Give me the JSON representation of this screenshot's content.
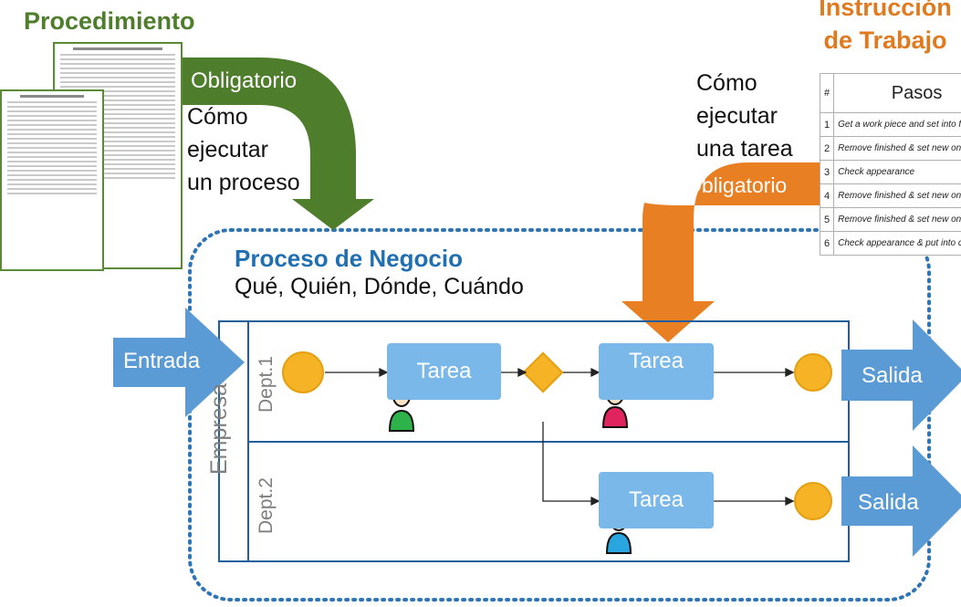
{
  "procedure": {
    "title": "Procedimiento",
    "mandatory": "Obligatorio",
    "how": [
      "Cómo",
      "ejecutar",
      "un proceso"
    ]
  },
  "instruction": {
    "title_line1": "Instrucción",
    "title_line2": "de Trabajo",
    "mandatory": "Obligatorio",
    "how": [
      "Cómo",
      "ejecutar",
      "una tarea"
    ],
    "table": {
      "col_num": "#",
      "col_steps": "Pasos",
      "rows": [
        {
          "n": "1",
          "text": "Get a work piece and set into fixture"
        },
        {
          "n": "2",
          "text": "Remove finished & set new one"
        },
        {
          "n": "3",
          "text": "Check appearance"
        },
        {
          "n": "4",
          "text": "Remove finished & set new one"
        },
        {
          "n": "5",
          "text": "Remove finished & set new one"
        },
        {
          "n": "6",
          "text": "Check appearance & put into container"
        }
      ]
    }
  },
  "business": {
    "title": "Proceso de Negocio",
    "subtitle": "Qué, Quién, Dónde, Cuándo",
    "company": "Empresa",
    "dept1": "Dept.1",
    "dept2": "Dept.2",
    "input": "Entrada",
    "output1": "Salida",
    "output2": "Salida",
    "task1": "Tarea",
    "task2": "Tarea",
    "task3": "Tarea"
  },
  "colors": {
    "green": "#4e7d2c",
    "orange": "#e07a1f",
    "blue": "#1f6fb2",
    "task": "#7ab8ea",
    "event": "#f5b325",
    "arrow_blue": "#5b9bd5"
  }
}
